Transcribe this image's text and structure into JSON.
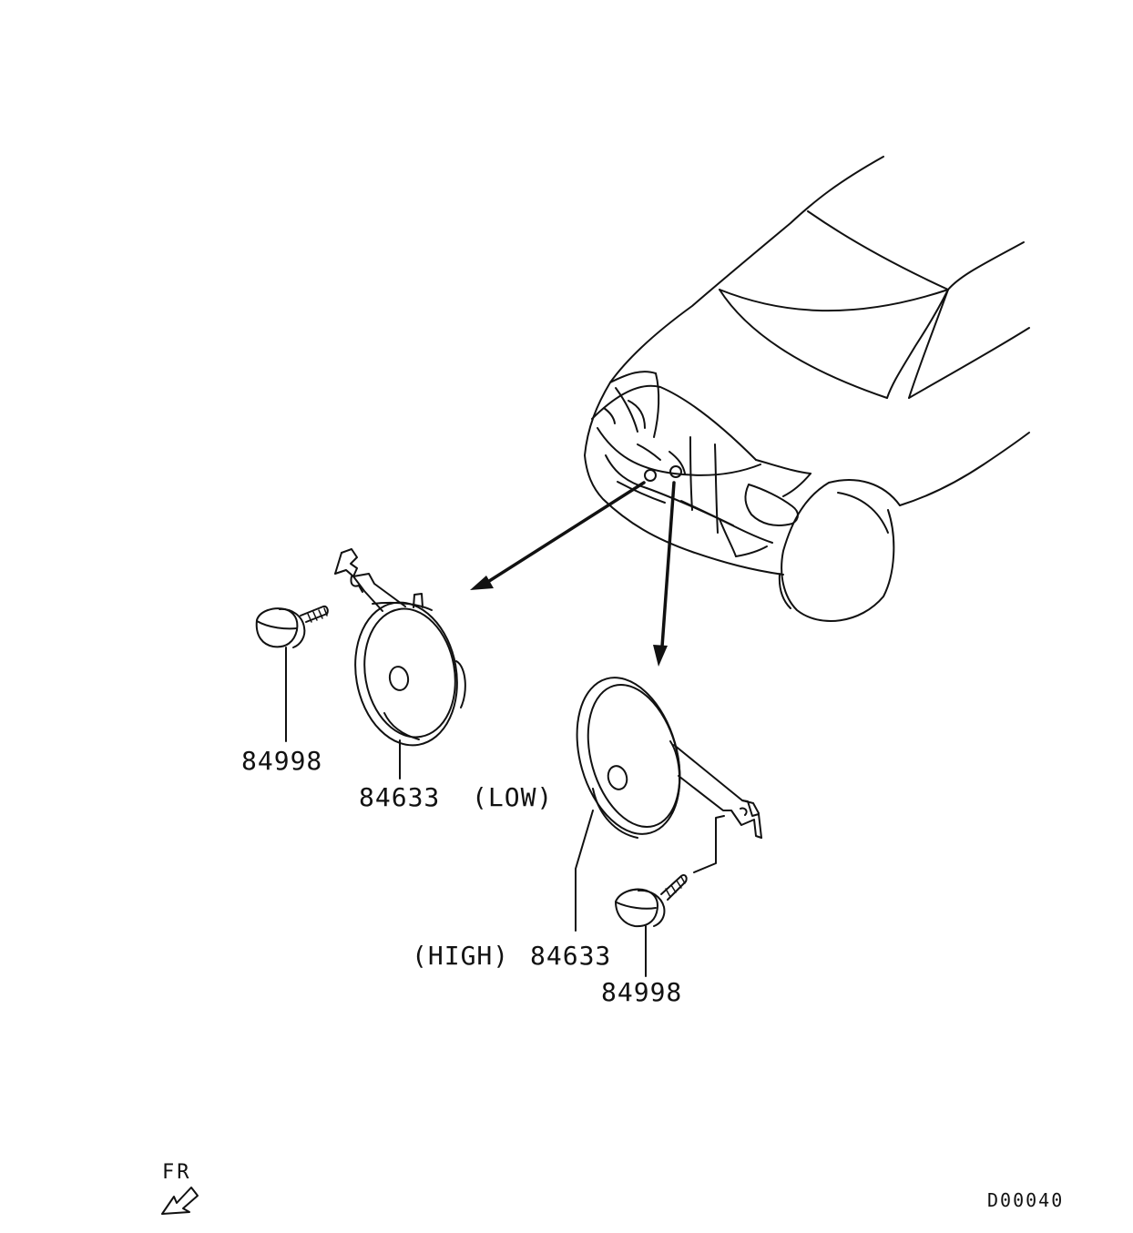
{
  "parts": {
    "left_bolt": {
      "number": "84998"
    },
    "left_horn": {
      "number": "84633",
      "position": "(LOW)"
    },
    "right_horn": {
      "number": "84633",
      "position": "(HIGH)"
    },
    "right_bolt": {
      "number": "84998"
    }
  },
  "direction": {
    "label": "FR"
  },
  "diagram": {
    "code": "D00040"
  }
}
